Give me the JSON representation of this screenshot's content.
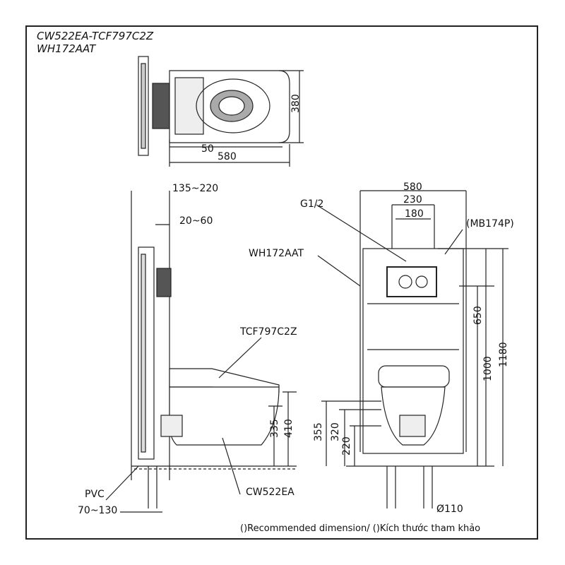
{
  "title": {
    "line1": "CW522EA-TCF797C2Z",
    "line2": "WH172AAT"
  },
  "top_view": {
    "dim_length": "580",
    "dim_offset": "50",
    "dim_width": "380"
  },
  "side_view": {
    "dim_depth_range": "135~220",
    "dim_frame_range": "20~60",
    "label_seat": "TCF797C2Z",
    "label_frame": "WH172AAT",
    "label_bowl": "CW522EA",
    "label_pvc": "PVC",
    "dim_pvc_range": "70~130",
    "dim_335": "335",
    "dim_410": "410"
  },
  "front_view": {
    "dim_580": "580",
    "dim_230": "230",
    "dim_180": "180",
    "label_g12": "G1/2",
    "label_plate": "(MB174P)",
    "dim_650": "650",
    "dim_1000": "1000",
    "dim_1180": "1180",
    "dim_355": "355",
    "dim_320": "320",
    "dim_220": "220",
    "dim_pipe": "Ø110"
  },
  "footnote": "()Recommended dimension/ ()Kích thước tham khảo"
}
